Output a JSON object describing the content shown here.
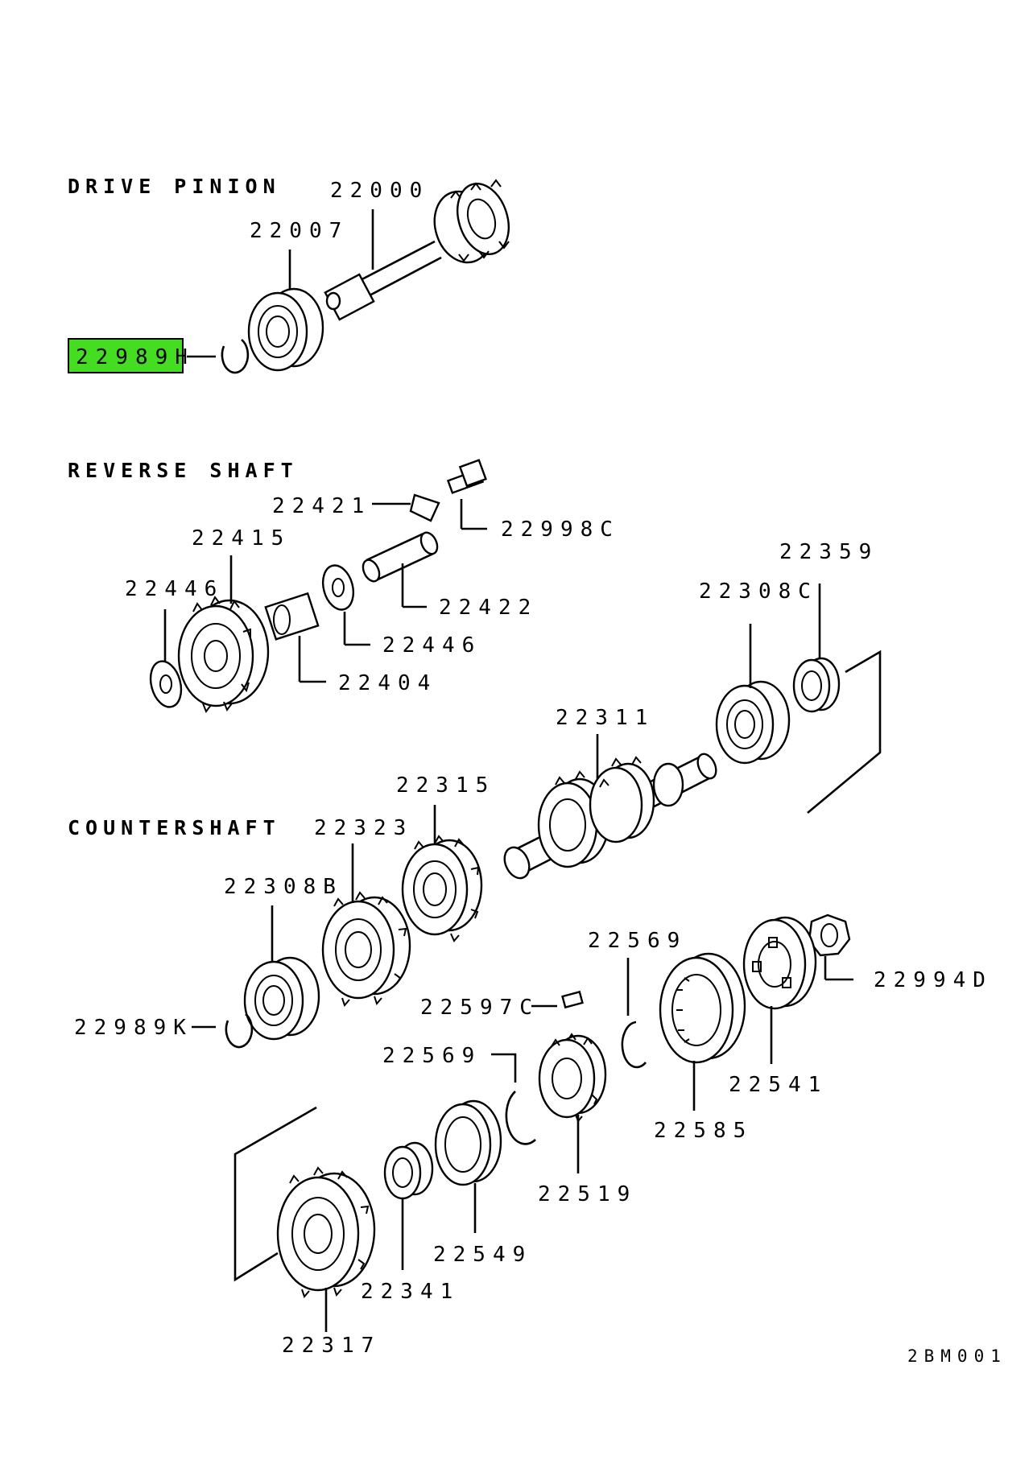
{
  "sections": {
    "drive_pinion": "DRIVE PINION",
    "reverse_shaft": "REVERSE SHAFT",
    "countershaft": "COUNTERSHAFT"
  },
  "highlight_color": "#44dd22",
  "parts": {
    "p22000": "22000",
    "p22007": "22007",
    "p22989H": "22989H",
    "p22421": "22421",
    "p22998C": "22998C",
    "p22415": "22415",
    "p22446a": "22446",
    "p22422": "22422",
    "p22446b": "22446",
    "p22404": "22404",
    "p22359": "22359",
    "p22308C": "22308C",
    "p22311": "22311",
    "p22315": "22315",
    "p22323": "22323",
    "p22308B": "22308B",
    "p22569a": "22569",
    "p22994D": "22994D",
    "p22597C": "22597C",
    "p22989K": "22989K",
    "p22569b": "22569",
    "p22541": "22541",
    "p22585": "22585",
    "p22519": "22519",
    "p22549": "22549",
    "p22341": "22341",
    "p22317": "22317"
  },
  "drawing_code": "2BM001"
}
